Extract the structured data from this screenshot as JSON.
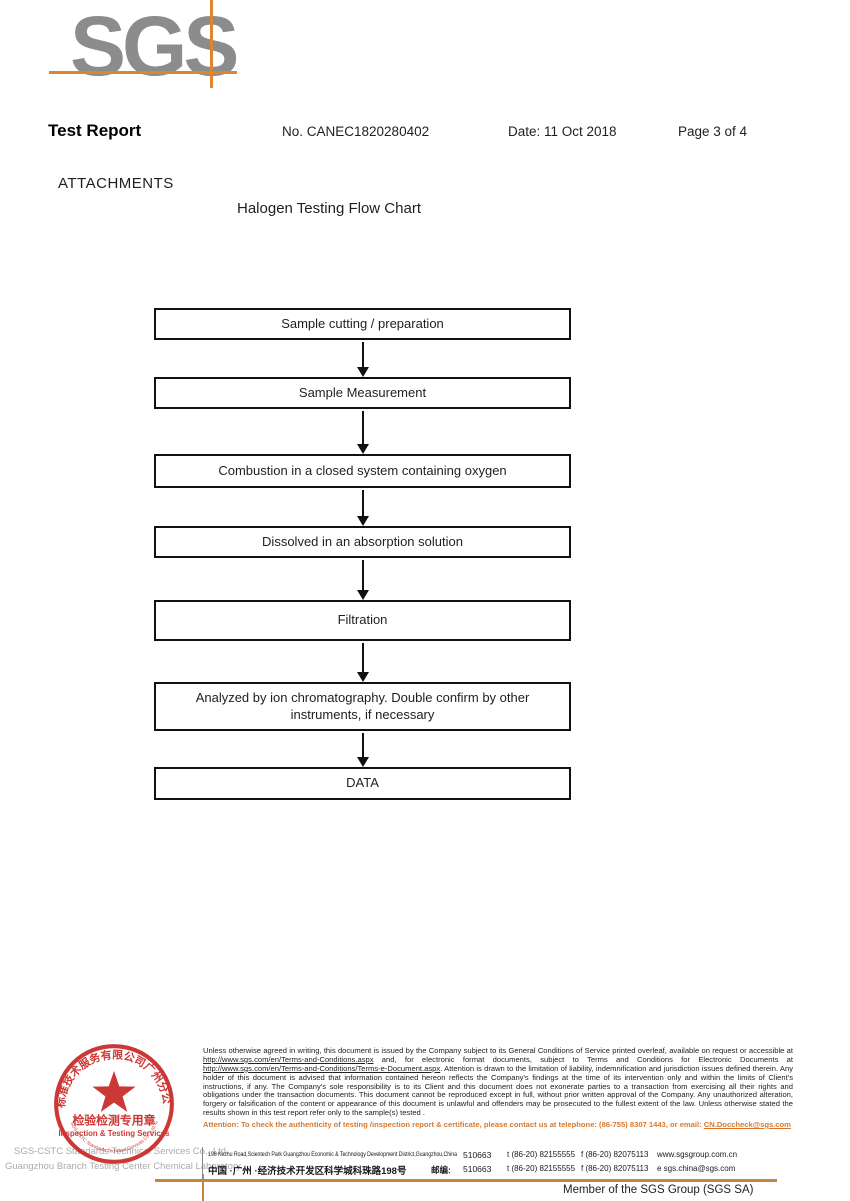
{
  "colors": {
    "logo_gray": "#8a8c8e",
    "accent_orange": "#dd862f",
    "stamp_red": "#c92a27",
    "attention_orange": "#d9782d",
    "footer_line_brown": "#c3863f",
    "muted_gray": "#a9abae"
  },
  "logo": {
    "text": "SGS"
  },
  "header": {
    "title": "Test Report",
    "report_no": "No. CANEC1820280402",
    "date": "Date: 11 Oct 2018",
    "page": "Page 3 of 4"
  },
  "attachments_label": "ATTACHMENTS",
  "chart_title": "Halogen Testing Flow Chart",
  "flowchart": {
    "steps": [
      "Sample cutting / preparation",
      "Sample Measurement",
      "Combustion in a closed system containing oxygen",
      "Dissolved in an absorption solution",
      "Filtration",
      "Analyzed by ion chromatography. Double confirm by other instruments, if necessary",
      "DATA"
    ]
  },
  "stamp": {
    "ring_top": "标准技术服务有限公司广州分公司",
    "ring_bottom": "SGS-CSTC Standards Technical Services Co., Ltd. Guangzhou Branch",
    "center_cn": "检验检测专用章",
    "center_en": "Inspection & Testing Services"
  },
  "company": {
    "line1": "SGS-CSTC Standards Technical Services Co., Ltd.",
    "line2": "Guangzhou Branch Testing Center Chemical Laboratory."
  },
  "disclaimer": {
    "p1": "Unless otherwise agreed in writing, this document is issued by the Company subject to its General Conditions of Service printed overleaf, available on request or accessible at ",
    "link1": "http://www.sgs.com/en/Terms-and-Conditions.aspx",
    "p2": " and, for electronic format documents, subject to Terms and Conditions for Electronic Documents at ",
    "link2": "http://www.sgs.com/en/Terms-and-Conditions/Terms-e-Document.aspx",
    "p3": ". Attention is drawn to the limitation of liability, indemnification and jurisdiction issues defined therein. Any holder of this document is advised that information contained hereon reflects the Company's findings at the time of its intervention only and within the limits of Client's instructions, if any. The Company's sole responsibility is to its Client and this document does not exonerate parties to a transaction from exercising all their rights and obligations under the transaction documents. This document cannot be reproduced except in full, without prior written approval of the Company. Any unauthorized alteration, forgery or falsification of the content or appearance of this document is unlawful and offenders may be prosecuted to the fullest extent of the law. Unless otherwise stated the results shown in this test report refer only to the sample(s) tested ."
  },
  "attention": {
    "text": "Attention: To check the authenticity of testing /inspection report & certificate, please contact us at telephone: (86-755) 8307 1443, or email: ",
    "email": "CN.Doccheck@sgs.com"
  },
  "address": {
    "en": "198 Kezhu Road,Scientech Park Guangzhou Economic & Technology Development District,Guangzhou,China",
    "cn": "中国 ·广州 ·经济技术开发区科学城科珠路198号",
    "postal_label": "邮编:",
    "postal": "510663",
    "tel": "t (86-20) 82155555",
    "fax": "f (86-20) 82075113",
    "web": "www.sgsgroup.com.cn",
    "email": "e  sgs.china@sgs.com"
  },
  "footer": {
    "member": "Member of the SGS Group (SGS SA)"
  }
}
